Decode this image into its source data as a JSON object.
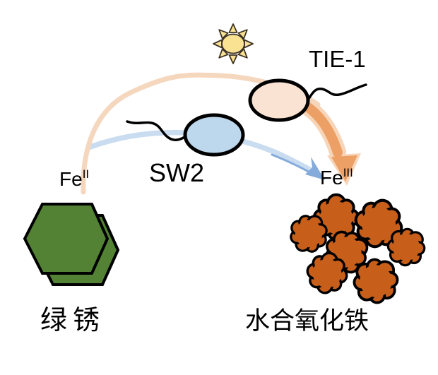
{
  "diagram": {
    "labels": {
      "tie1": "TIE-1",
      "sw2": "SW2",
      "fe2_base": "Fe",
      "fe2_sup": "II",
      "fe3_base": "Fe",
      "fe3_sup": "III",
      "green_rust": "绿锈",
      "iron_oxide": "水合氧化铁"
    },
    "icons": {
      "sun": "sun-icon (circle with 8 triangular rays)",
      "tie1_cell": "bacterium-ellipse-with-flagellum",
      "sw2_cell": "bacterium-ellipse-with-flagellum"
    },
    "colors": {
      "sun_fill": "#FAE293",
      "sun_outline": "#3d3325",
      "tie1_cell_fill": "#FAE3D2",
      "sw2_cell_fill": "#BDD7EC",
      "tie1_arc_light": "#F5D7BE",
      "tie1_arrow": "#EDA066",
      "tie1_arrow_halo": "#F7D5B8",
      "sw2_arc_light": "#C9DCF0",
      "sw2_arrow_dark": "#85ABDB",
      "green_rust_fill": "#548234",
      "iron_oxide_fill": "#C75F1B",
      "outline": "#000000"
    }
  }
}
